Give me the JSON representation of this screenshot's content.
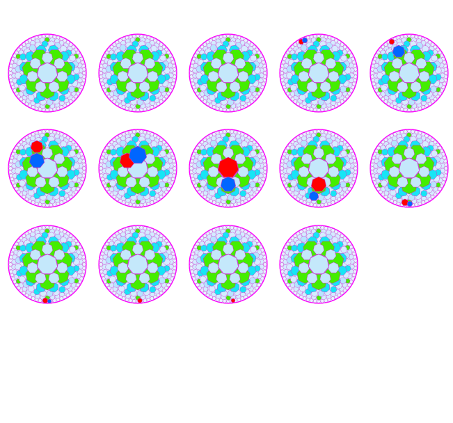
{
  "palette": {
    "boundary": "#ff00ff",
    "edge": "#cc33cc",
    "center_cell": "#c4e8fb",
    "cyan_cell": "#17e5f5",
    "green_cell": "#44ee00",
    "light_cell": "#d6ecff",
    "red_marker": "#ff0000",
    "blue_marker": "#0066ff"
  },
  "frames": [
    {
      "id": 1,
      "markers": []
    },
    {
      "id": 2,
      "markers": []
    },
    {
      "id": 3,
      "markers": []
    },
    {
      "id": 4,
      "markers": [
        {
          "cell": "rim-ul",
          "color": "red"
        },
        {
          "cell": "rim-ul2",
          "color": "blue"
        }
      ]
    },
    {
      "id": 5,
      "markers": [
        {
          "cell": "rim-ul",
          "color": "red"
        },
        {
          "cell": "top-cyan-left",
          "color": "blue"
        }
      ]
    },
    {
      "id": 6,
      "markers": [
        {
          "cell": "top-cyan-left",
          "color": "red"
        },
        {
          "cell": "upper-left-green",
          "color": "blue"
        }
      ]
    },
    {
      "id": 7,
      "markers": [
        {
          "cell": "upper-left-green",
          "color": "red"
        },
        {
          "cell": "center-upper",
          "color": "blue"
        }
      ]
    },
    {
      "id": 8,
      "markers": [
        {
          "cell": "center-mid",
          "color": "red"
        },
        {
          "cell": "center-lower",
          "color": "blue"
        }
      ]
    },
    {
      "id": 9,
      "markers": [
        {
          "cell": "center-lower",
          "color": "red"
        },
        {
          "cell": "bottom-cyan",
          "color": "blue"
        }
      ]
    },
    {
      "id": 10,
      "markers": [
        {
          "cell": "bottom-rim",
          "color": "red"
        },
        {
          "cell": "bottom-rim2",
          "color": "blue"
        }
      ]
    },
    {
      "id": 11,
      "markers": [
        {
          "cell": "bottom-rim3",
          "color": "red"
        },
        {
          "cell": "bottom-rim4",
          "color": "blue"
        }
      ]
    },
    {
      "id": 12,
      "markers": [
        {
          "cell": "bottom-rim5",
          "color": "red"
        }
      ]
    },
    {
      "id": 13,
      "markers": [
        {
          "cell": "bottom-rim6",
          "color": "red"
        }
      ]
    },
    {
      "id": 14,
      "markers": []
    }
  ]
}
